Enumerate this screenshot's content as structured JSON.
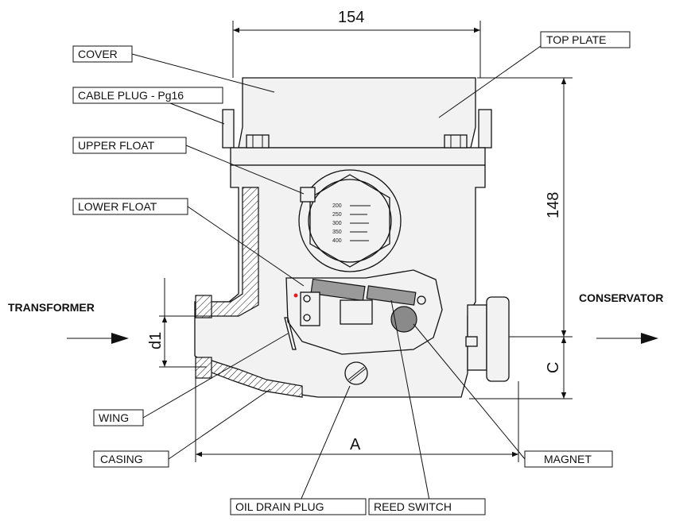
{
  "labels": {
    "cover": "COVER",
    "top_plate": "TOP PLATE",
    "cable_plug": "CABLE PLUG - Pg16",
    "upper_float": "UPPER FLOAT",
    "lower_float": "LOWER FLOAT",
    "wing": "WING",
    "casing": "CASING",
    "magnet": "MAGNET",
    "oil_drain_plug": "OIL DRAIN PLUG",
    "reed_switch": "REED SWITCH"
  },
  "dimensions": {
    "width_top": "154",
    "height_right": "148",
    "pipe_diameter": "d1",
    "offset_c": "C",
    "length_a": "A"
  },
  "flow": {
    "from": "TRANSFORMER",
    "to": "CONSERVATOR"
  },
  "scale_marks": [
    "200",
    "250",
    "300",
    "350",
    "400"
  ],
  "colors": {
    "line": "#111111",
    "fill": "#f2f2f2",
    "float_fill": "#9a9a9a",
    "marker": "#dd2222"
  }
}
